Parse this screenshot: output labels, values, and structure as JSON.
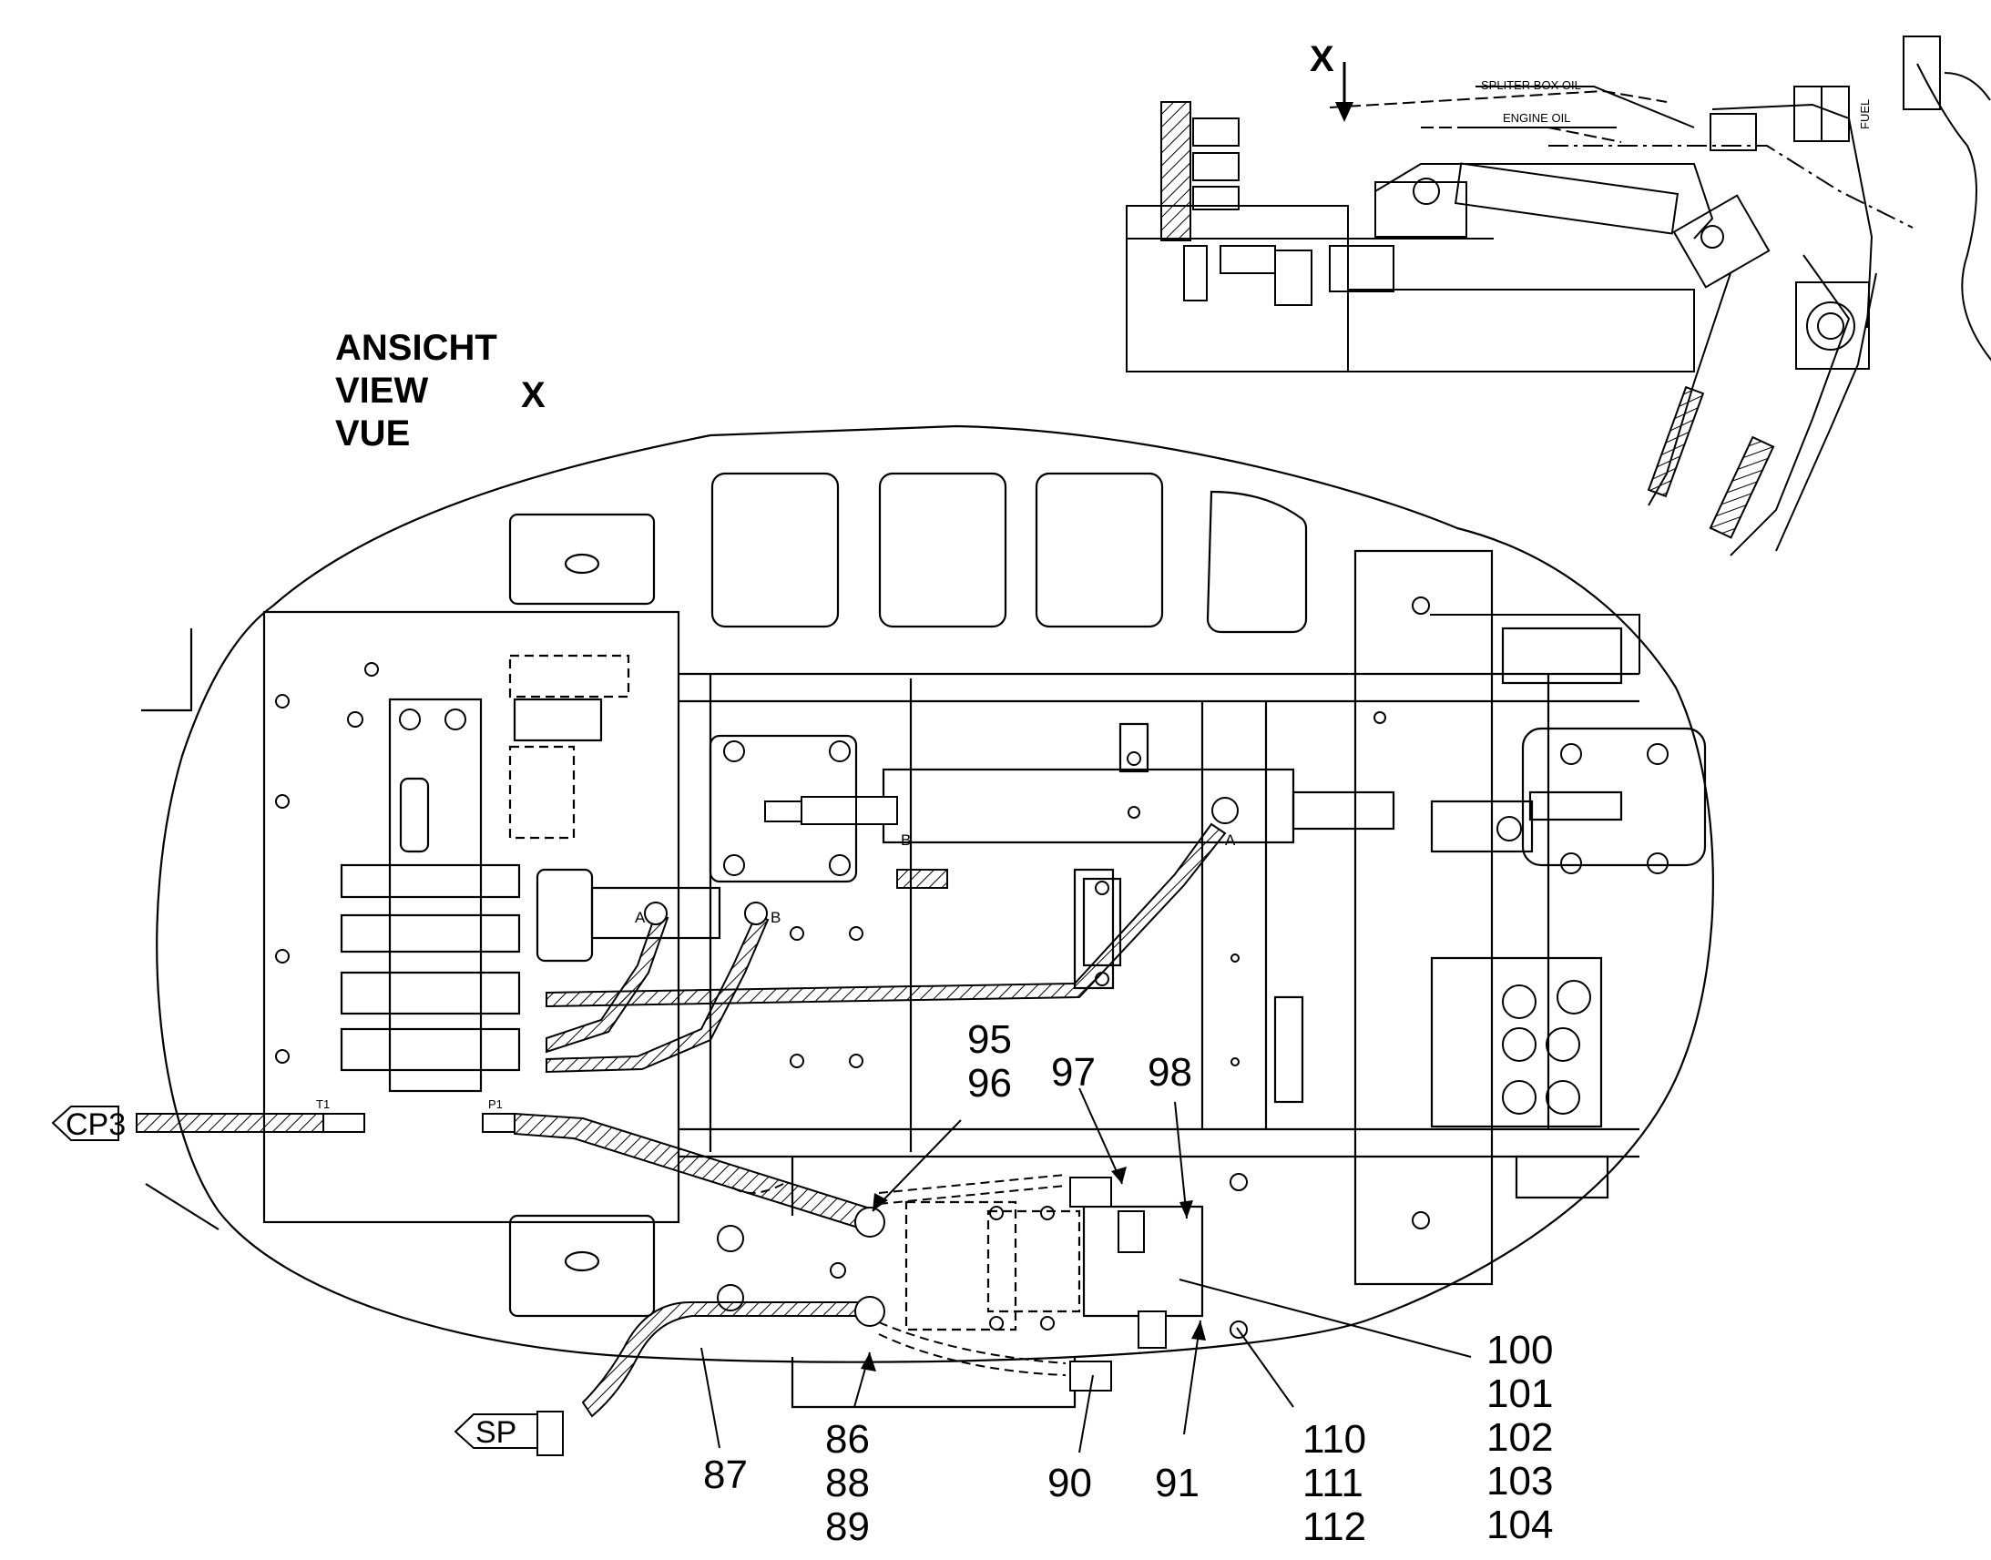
{
  "view": {
    "title_de": "ANSICHT",
    "title_en": "VIEW",
    "title_fr": "VUE",
    "marker": "X"
  },
  "inset": {
    "view_marker": "X",
    "labels": {
      "splitter_box_oil": "SPLITER BOX OIL",
      "engine_oil": "ENGINE OIL",
      "fuel": "FUEL"
    }
  },
  "ports": {
    "a_cylinder": "A",
    "b_cylinder": "B",
    "a_valve": "A",
    "b_valve": "B",
    "t1": "T1",
    "p1": "P1"
  },
  "connectors": {
    "cp3": "CP3",
    "sp": "SP"
  },
  "callouts": {
    "c95": "95",
    "c96": "96",
    "c97": "97",
    "c98": "98",
    "c86": "86",
    "c87": "87",
    "c88": "88",
    "c89": "89",
    "c90": "90",
    "c91": "91",
    "c100": "100",
    "c101": "101",
    "c102": "102",
    "c103": "103",
    "c104": "104",
    "c110": "110",
    "c111": "111",
    "c112": "112"
  }
}
